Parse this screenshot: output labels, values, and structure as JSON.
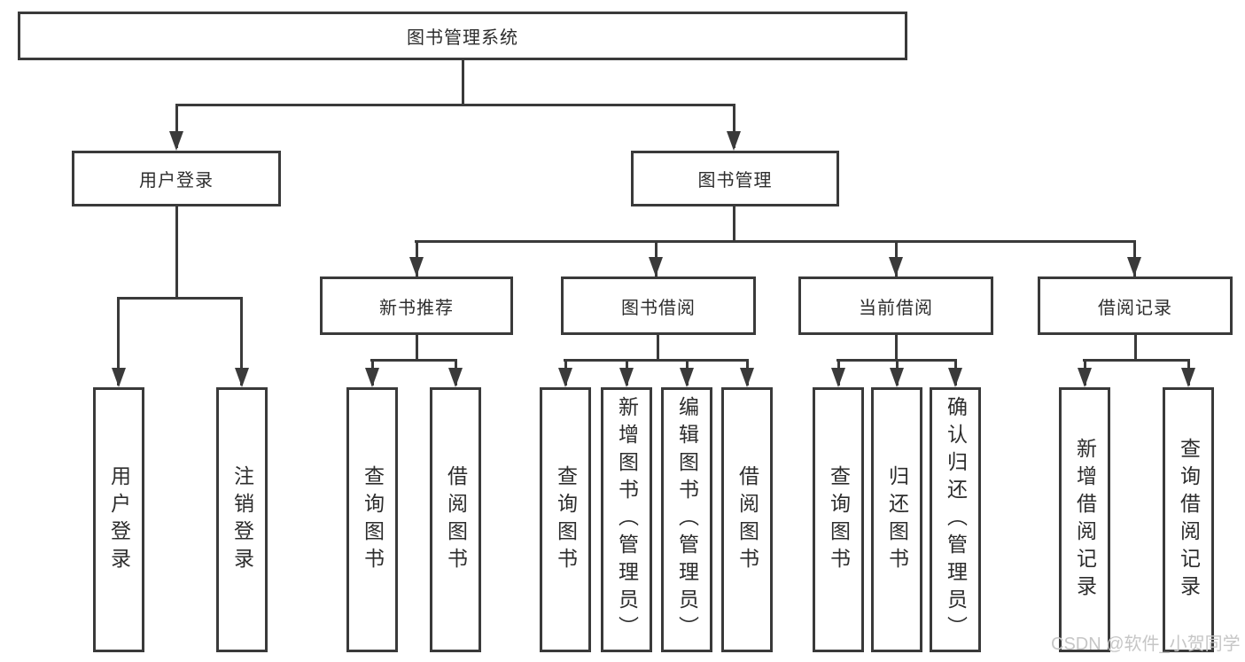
{
  "diagram": {
    "type": "hierarchy-tree",
    "line_color": "#3a3a3a",
    "text_color": "#2d2d2d",
    "background_color": "#ffffff",
    "nodes": {
      "root": "图书管理系统",
      "login": "用户登录",
      "mgmt": "图书管理",
      "login_user_login": "用户登录",
      "login_logout": "注销登录",
      "recommend": "新书推荐",
      "borrow": "图书借阅",
      "current": "当前借阅",
      "records": "借阅记录",
      "recommend_query": "查询图书",
      "recommend_borrow": "借阅图书",
      "borrow_query": "查询图书",
      "borrow_add": "新增图书（管理员）",
      "borrow_edit": "编辑图书（管理员）",
      "borrow_borrow": "借阅图书",
      "current_query": "查询图书",
      "current_return": "归还图书",
      "current_confirm": "确认归还（管理员）",
      "records_add": "新增借阅记录",
      "records_query": "查询借阅记录"
    }
  },
  "watermark": {
    "text": "CSDN @软件_小贺同学",
    "color": "#c6c6c6"
  }
}
